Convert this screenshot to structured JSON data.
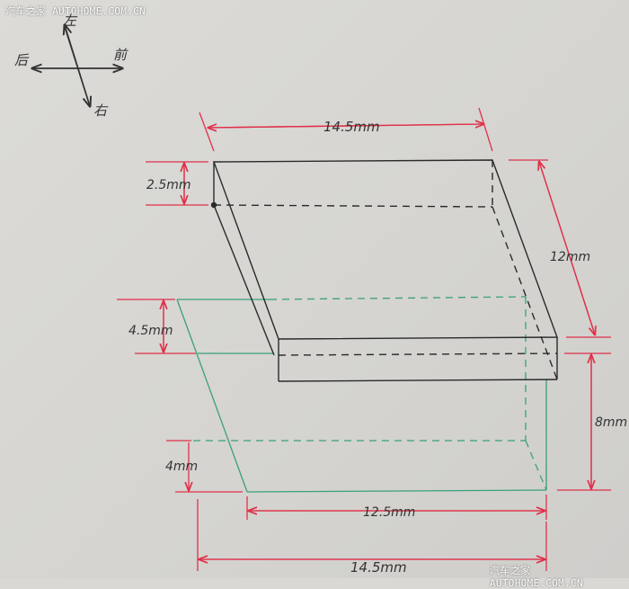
{
  "watermark": {
    "top": "汽车之家 AUTOHOME.COM.CN",
    "bottom": "汽车之家 AUTOHOME.COM.CN"
  },
  "compass": {
    "up": "左",
    "down": "右",
    "left": "后",
    "right": "前"
  },
  "dimensions": {
    "top_width": "14.5mm",
    "top_thickness": "2.5mm",
    "depth": "12mm",
    "lower_offset": "4.5mm",
    "lower_height": "8mm",
    "bottom_offset": "4mm",
    "lower_width": "12.5mm",
    "overall_width": "14.5mm"
  },
  "colors": {
    "dimension": "#e0304a",
    "upper_box": "#2a2a2a",
    "lower_box": "#3aa07a"
  }
}
